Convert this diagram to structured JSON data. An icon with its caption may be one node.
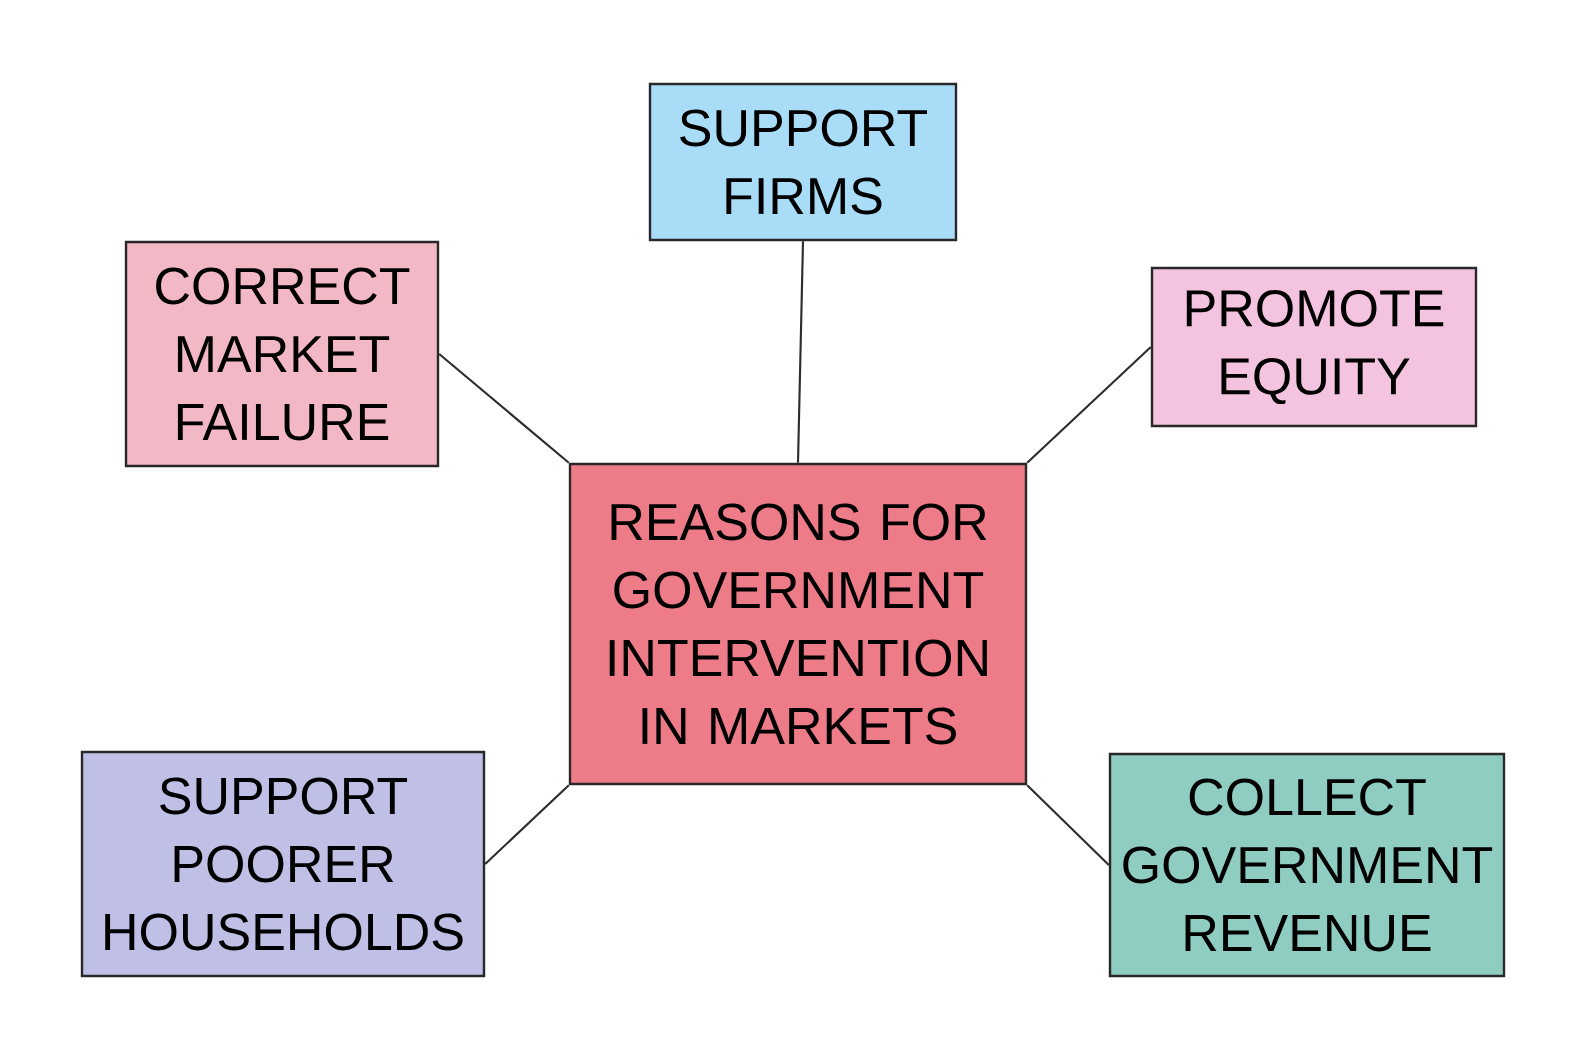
{
  "diagram": {
    "nodes": [
      {
        "text": [
          "SUPPORT FIRMS"
        ]
      },
      {
        "text": [
          "CORRECT MARKET FAILURE"
        ]
      },
      {
        "text": [
          "PROMOTE EQUITY"
        ]
      },
      {
        "text": [
          "REASONS FOR GOVERNMENT INTERVENTION IN MARKETS"
        ]
      },
      {
        "text": [
          "SUPPORT POORER HOUSEHOLDS"
        ]
      },
      {
        "text": [
          "COLLECT GOVERNMENT REVENUE"
        ]
      }
    ],
    "edges": [
      {
        "from": 3,
        "to": 0,
        "arrow": "none"
      },
      {
        "from": 3,
        "to": 1,
        "arrow": "none"
      },
      {
        "from": 3,
        "to": 2,
        "arrow": "none"
      },
      {
        "from": 3,
        "to": 4,
        "arrow": "none"
      },
      {
        "from": 3,
        "to": 5,
        "arrow": "none"
      }
    ]
  }
}
